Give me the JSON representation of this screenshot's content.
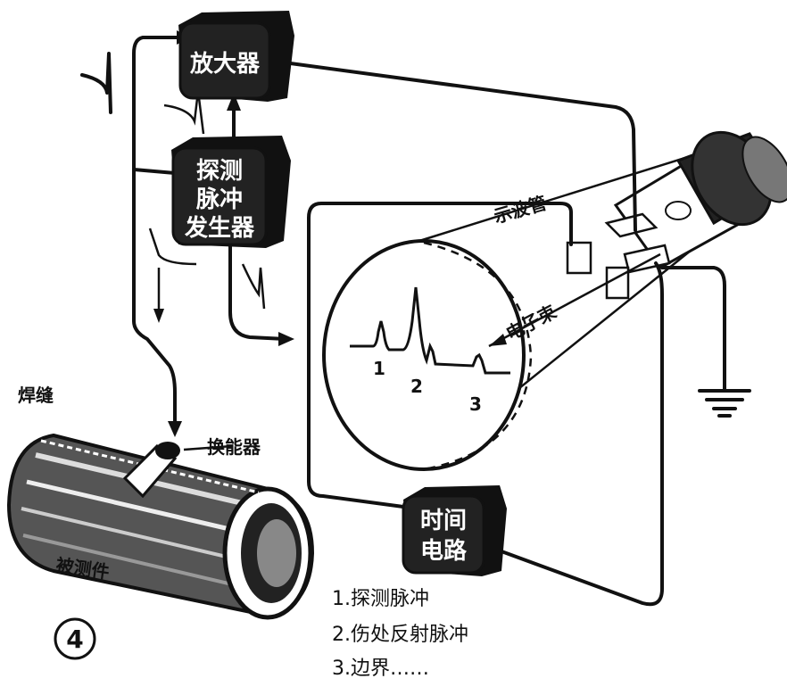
{
  "blocks": {
    "amplifier": "放大器",
    "pulse_generator": [
      "探测",
      "脉冲",
      "发生器"
    ],
    "timing_circuit": [
      "时间",
      "电路"
    ]
  },
  "labels": {
    "oscilloscope": "示波管",
    "electron_beam": "电子束",
    "weld_seam": "焊缝",
    "transducer": "换能器",
    "test_piece": "被测件"
  },
  "waveform_marks": [
    "1",
    "2",
    "3"
  ],
  "legend": [
    "1.探测脉冲",
    "2.伤处反射脉冲",
    "3.边界……"
  ],
  "figure_number": "4"
}
